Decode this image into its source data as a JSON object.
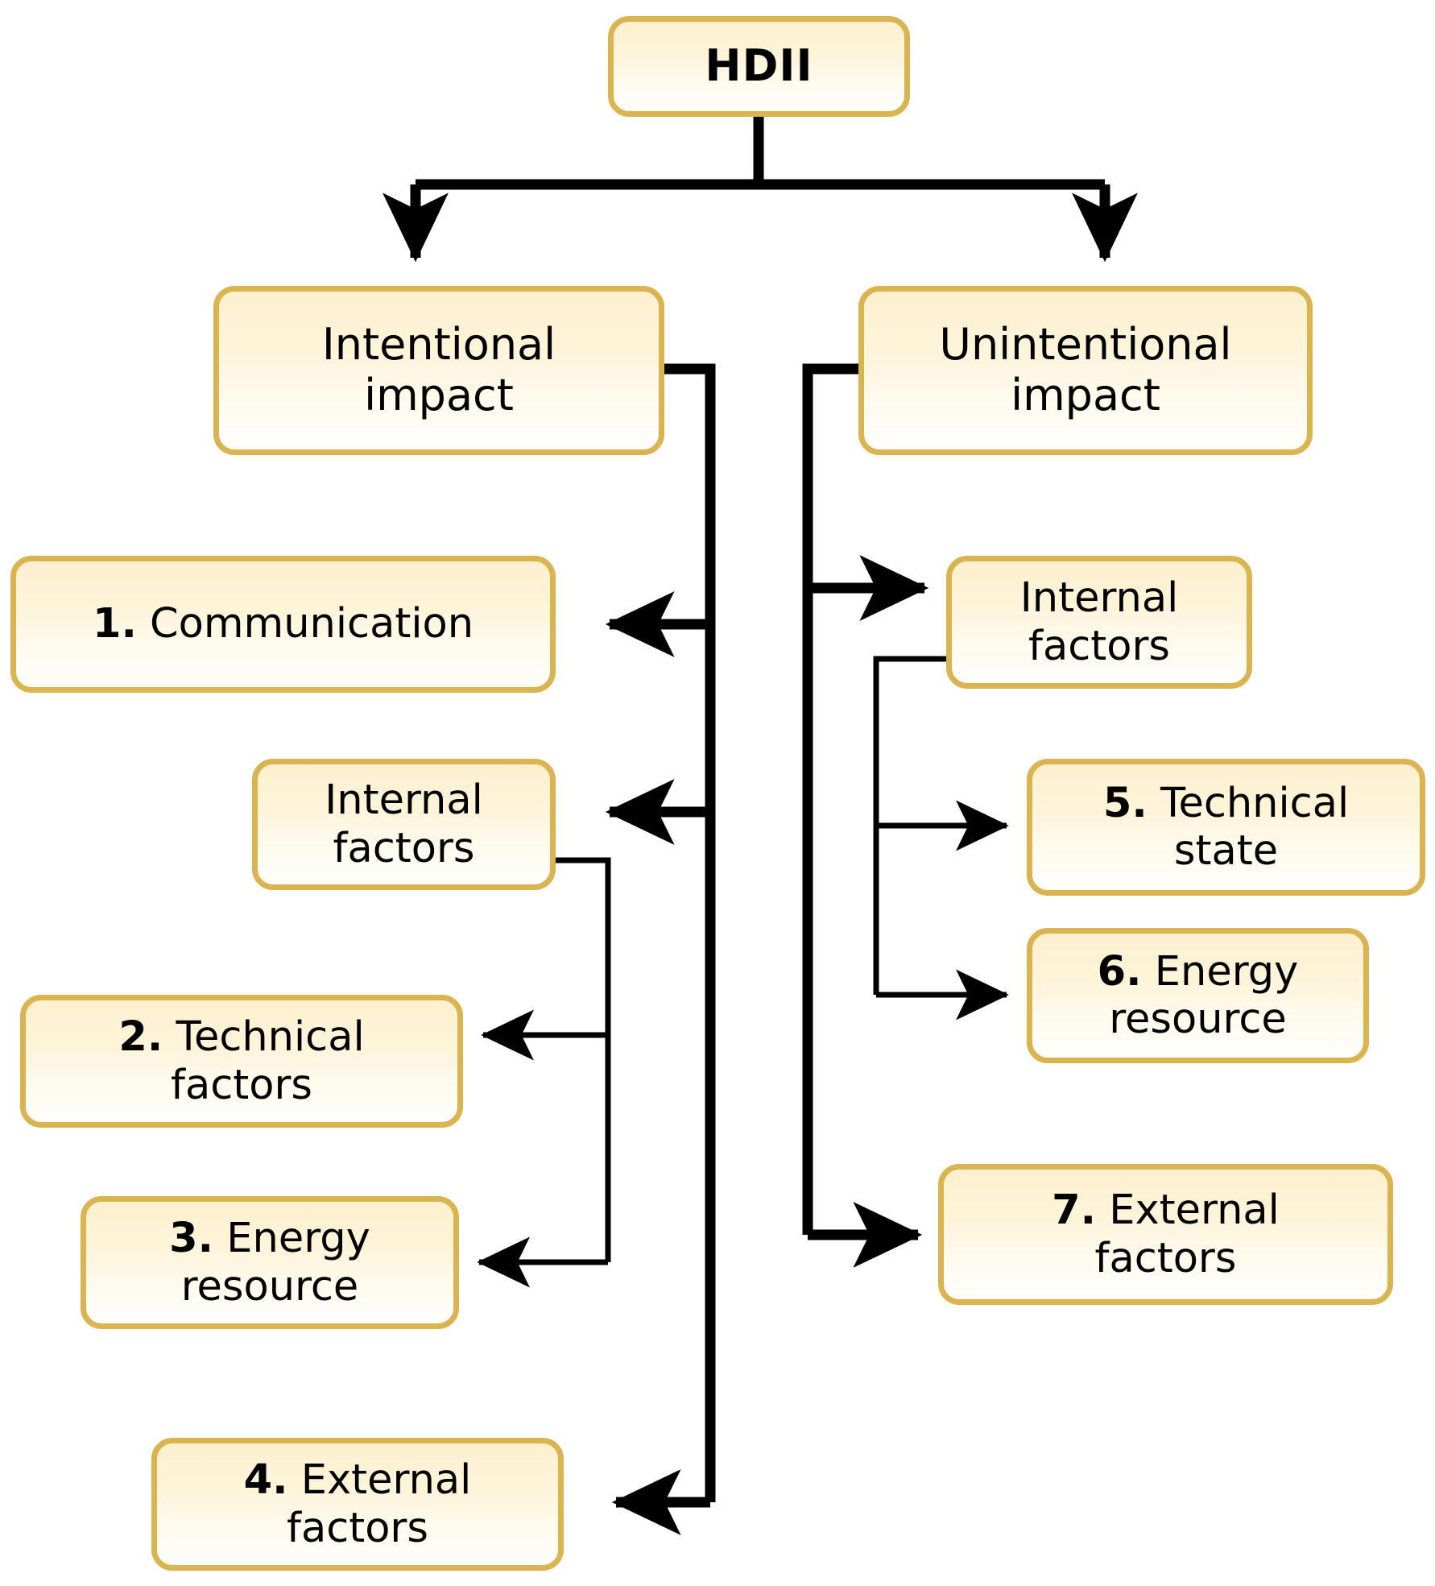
{
  "diagram": {
    "type": "tree",
    "title": "HDII",
    "root": {
      "id": "hdii",
      "label": "HDII"
    },
    "branches": [
      {
        "id": "intentional",
        "label": "Intentional impact",
        "line1": "Intentional",
        "line2": "impact"
      },
      {
        "id": "unintentional",
        "label": "Unintentional impact",
        "line1": "Unintentional",
        "line2": "impact"
      }
    ],
    "left_children": [
      {
        "id": "comm",
        "num": "1.",
        "line1": "Communication",
        "line2": ""
      },
      {
        "id": "internal_left",
        "num": "",
        "line1": "Internal",
        "line2": "factors"
      },
      {
        "id": "tech_factors",
        "num": "2.",
        "line1": "Technical",
        "line2": "factors"
      },
      {
        "id": "energy_res_left",
        "num": "3.",
        "line1": "Energy",
        "line2": "resource"
      },
      {
        "id": "external_left",
        "num": "4.",
        "line1": "External",
        "line2": "factors"
      }
    ],
    "right_children": [
      {
        "id": "internal_right",
        "num": "",
        "line1": "Internal",
        "line2": "factors"
      },
      {
        "id": "tech_state",
        "num": "5.",
        "line1": "Technical",
        "line2": "state"
      },
      {
        "id": "energy_res_right",
        "num": "6.",
        "line1": "Energy",
        "line2": "resource"
      },
      {
        "id": "external_right",
        "num": "7.",
        "line1": "External",
        "line2": "factors"
      }
    ],
    "colors": {
      "box_border": "#d9b450",
      "box_fill_top": "#fdf0cf",
      "box_fill_bottom": "#fffefb",
      "edge": "#000000",
      "background": "#ffffff"
    }
  }
}
